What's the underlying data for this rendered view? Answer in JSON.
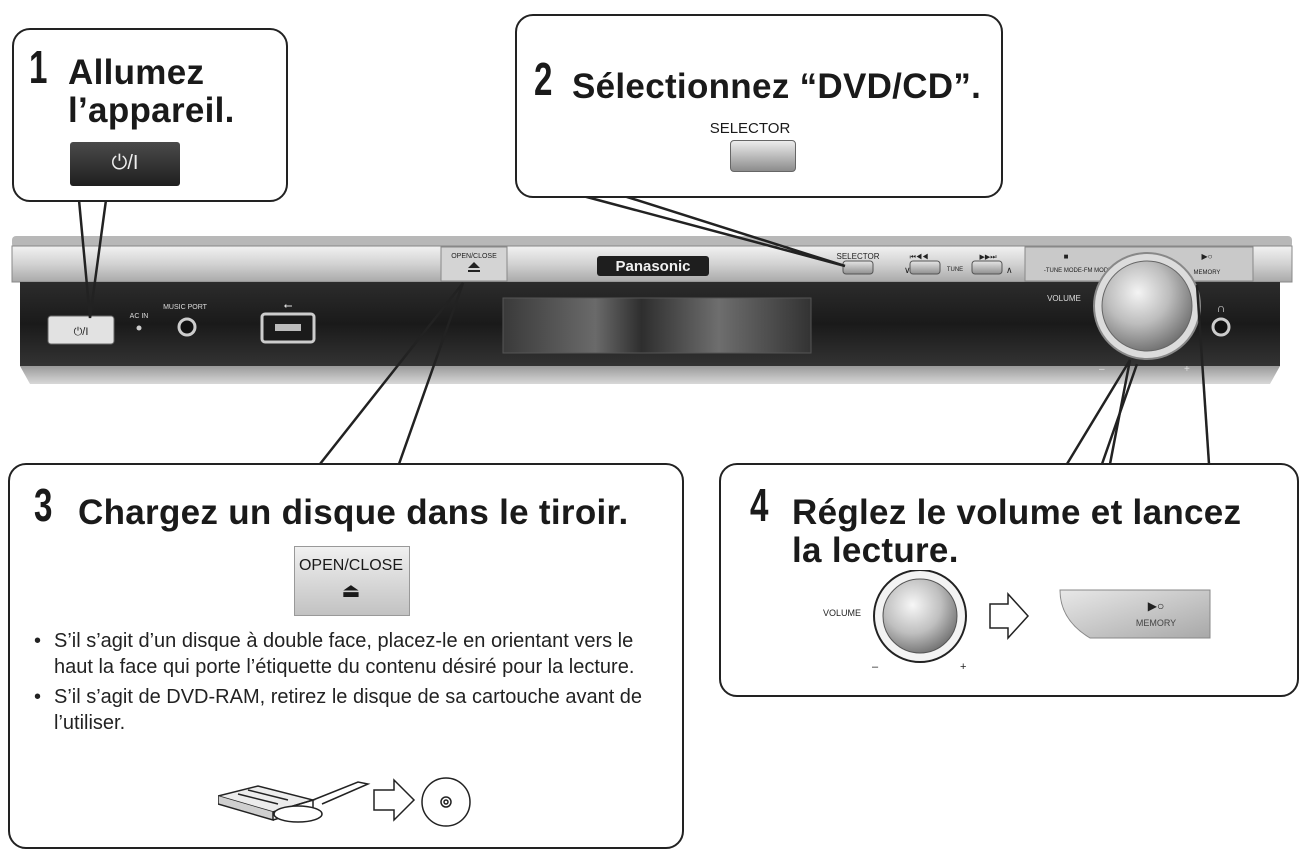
{
  "step1": {
    "number": "1",
    "title_line1": "Allumez",
    "title_line2": "l’appareil.",
    "button_label": "⏻/I"
  },
  "step2": {
    "number": "2",
    "title": "Sélectionnez “DVD/CD”.",
    "selector_label": "SELECTOR"
  },
  "step3": {
    "number": "3",
    "title": "Chargez un disque dans le tiroir.",
    "button_label": "OPEN/CLOSE",
    "bullets": [
      "S’il s’agit d’un disque à double face, placez-le en orientant vers le haut la face qui porte l’étiquette du contenu désiré pour la lecture.",
      "S’il s’agit de DVD-RAM, retirez le disque de sa cartouche avant de l’utiliser."
    ]
  },
  "step4": {
    "number": "4",
    "title_line1": "Réglez le volume et lancez",
    "title_line2": "la lecture.",
    "volume_label": "VOLUME",
    "minus": "–",
    "plus": "+",
    "memory_label": "MEMORY"
  },
  "device": {
    "brand": "Panasonic",
    "power_label": "⏻/I",
    "ac_in_label": "AC IN",
    "music_port_label": "MUSIC PORT",
    "usb_label": "⭠",
    "open_close_label": "OPEN/CLOSE",
    "selector_label": "SELECTOR",
    "skip_back_label": "⏮◀◀",
    "tune_label": "TUNE",
    "skip_fwd_label": "▶▶⏭",
    "tune_mode_label": "-TUNE MODE-FM MODE",
    "stop_symbol": "■",
    "play_symbol": "▶○",
    "memory_label": "MEMORY",
    "volume_label": "VOLUME",
    "minus": "–",
    "plus": "+",
    "headphone_symbol": "∩"
  }
}
